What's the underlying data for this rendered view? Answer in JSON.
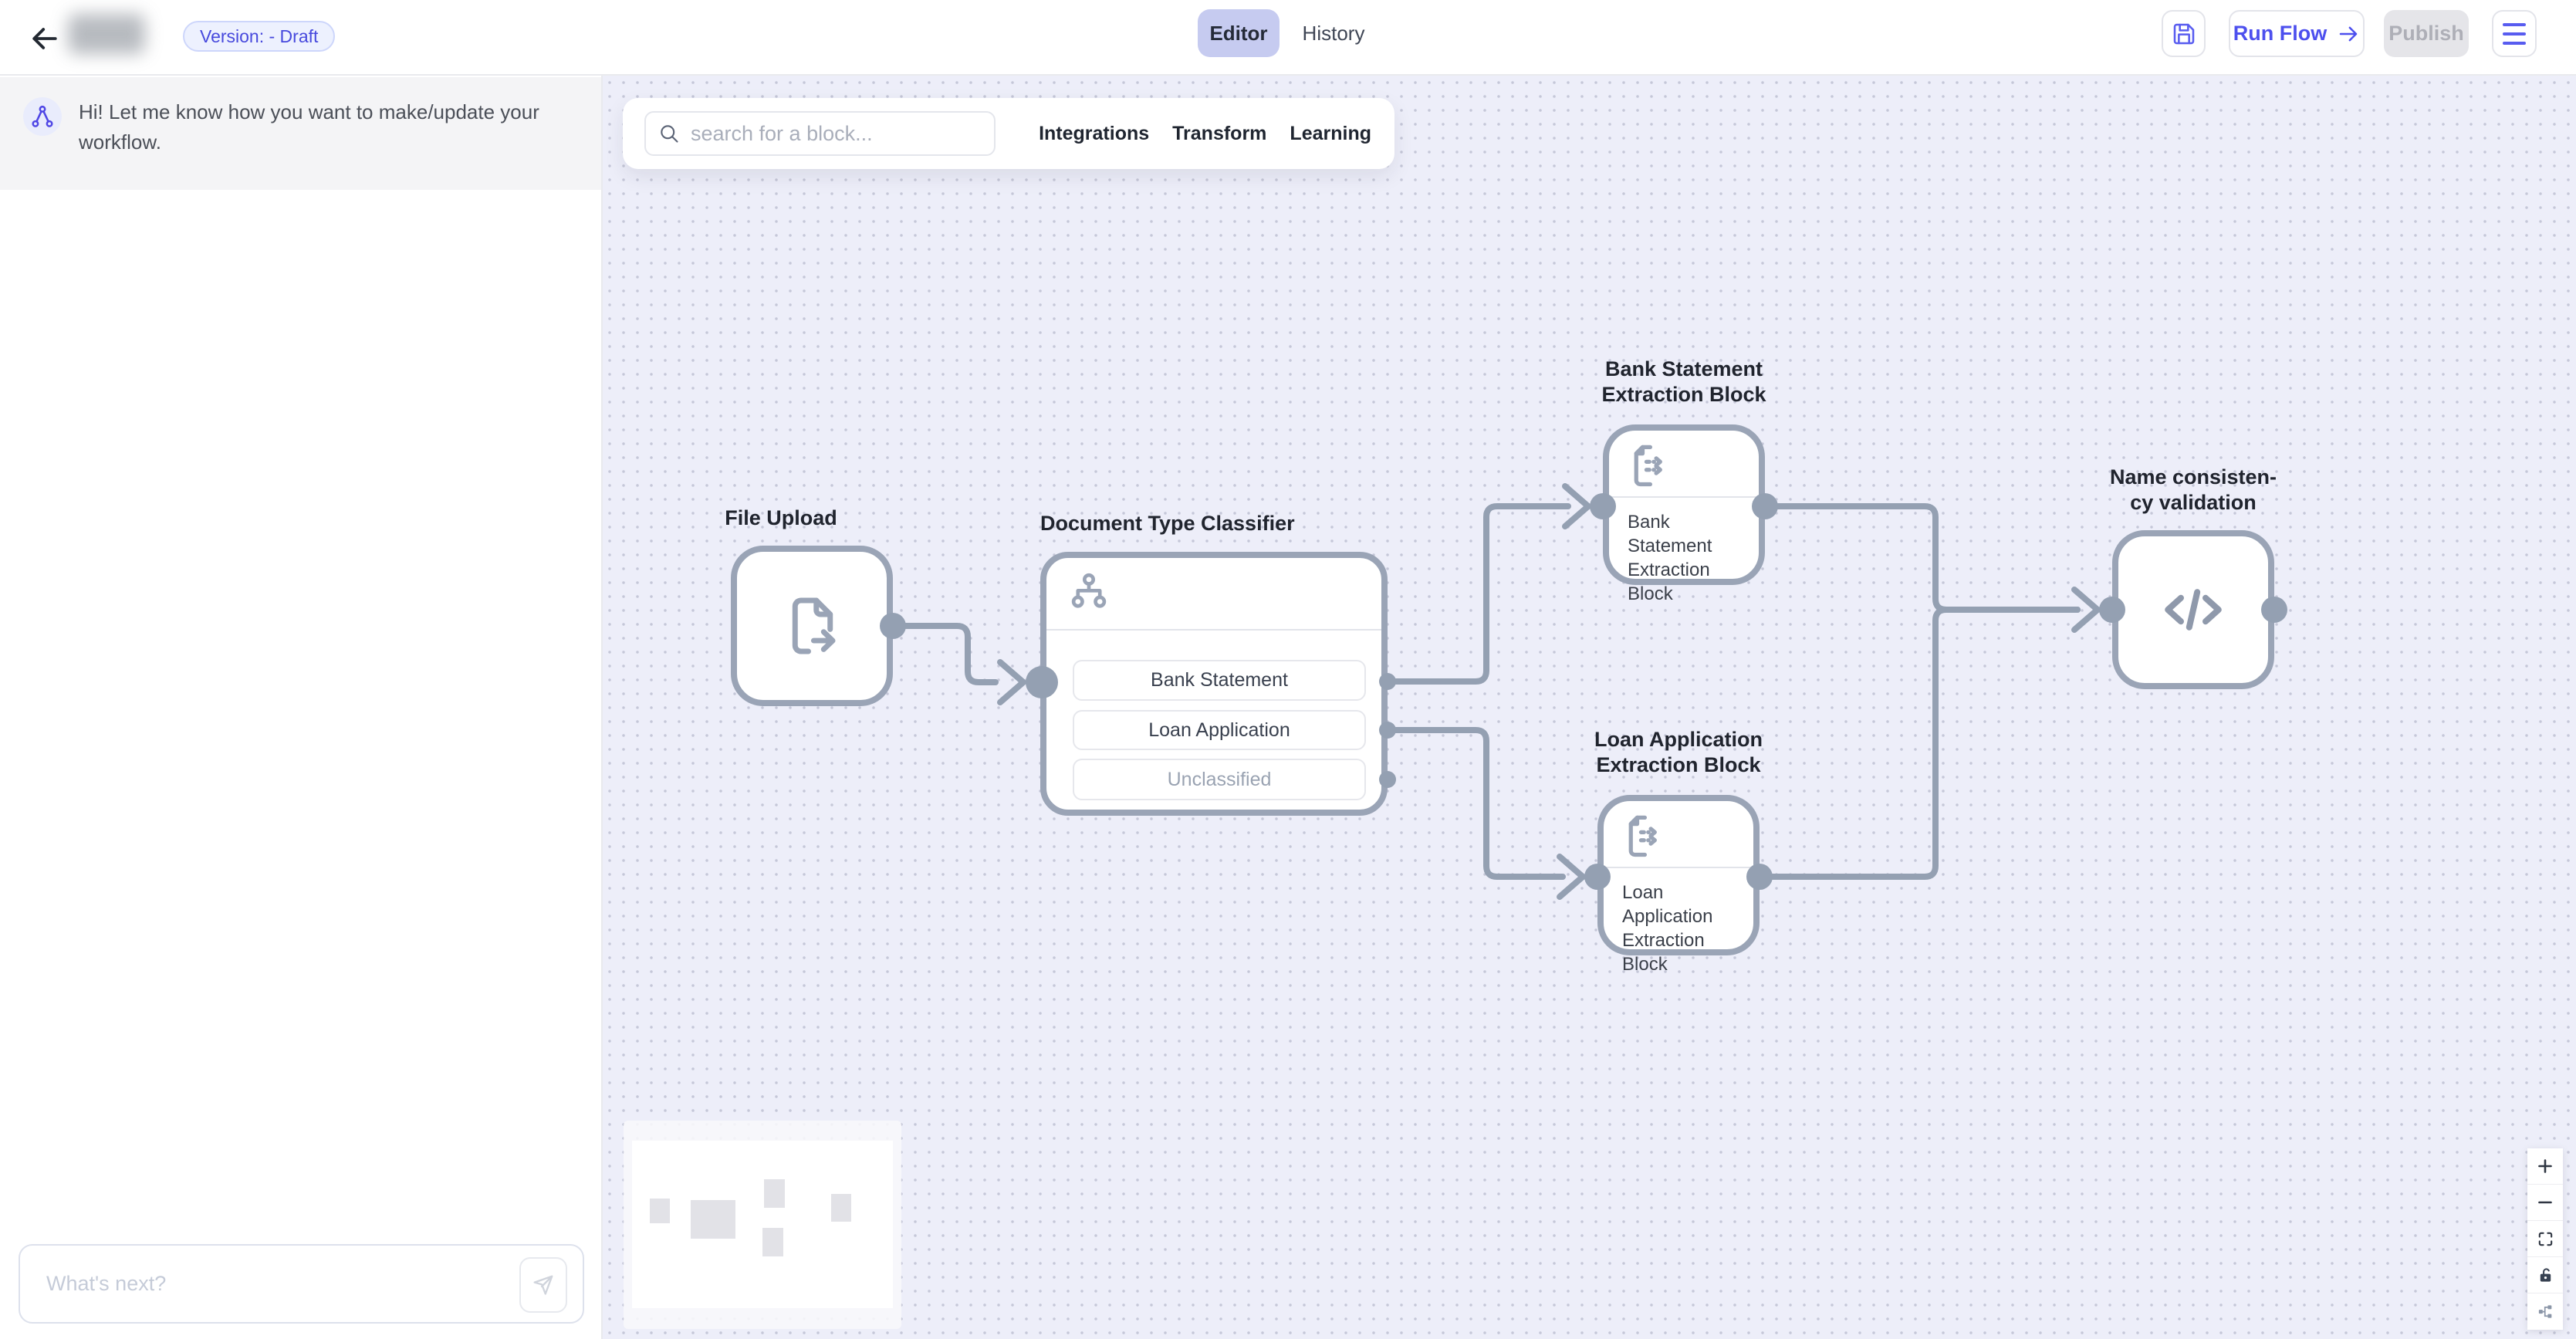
{
  "header": {
    "version_badge": "Version: - Draft",
    "tabs": {
      "editor": "Editor",
      "history": "History"
    },
    "run_flow_label": "Run Flow",
    "publish_label": "Publish"
  },
  "sidebar": {
    "assistant_message": "Hi! Let me know how you want to make/update your workflow.",
    "input_placeholder": "What's next?"
  },
  "block_search": {
    "placeholder": "search for a block...",
    "menu": [
      "Integrations",
      "Transform",
      "Learning"
    ]
  },
  "nodes": {
    "file_upload": {
      "title": "File Upload"
    },
    "classifier": {
      "title": "Document Type Classifier",
      "rows": [
        "Bank Statement",
        "Loan Application",
        "Unclassified"
      ]
    },
    "bank_extraction": {
      "title_lines": [
        "Bank Statement",
        "Extraction Block"
      ],
      "label_lines": [
        "Bank Statement",
        "Extraction Block"
      ]
    },
    "loan_extraction": {
      "title_lines": [
        "Loan Application",
        "Extraction Block"
      ],
      "label_lines": [
        "Loan Application",
        "Extraction Block"
      ]
    },
    "name_validation": {
      "title_lines": [
        "Name consisten-",
        "cy validation"
      ]
    }
  },
  "colors": {
    "accent_indigo": "#4d50ee",
    "editor_tab_bg": "#c6cbf0",
    "badge_text": "#4749dd",
    "node_stroke": "#9aa4b6",
    "canvas_bg": "#edeef9",
    "muted_text": "#9aa3b2"
  }
}
